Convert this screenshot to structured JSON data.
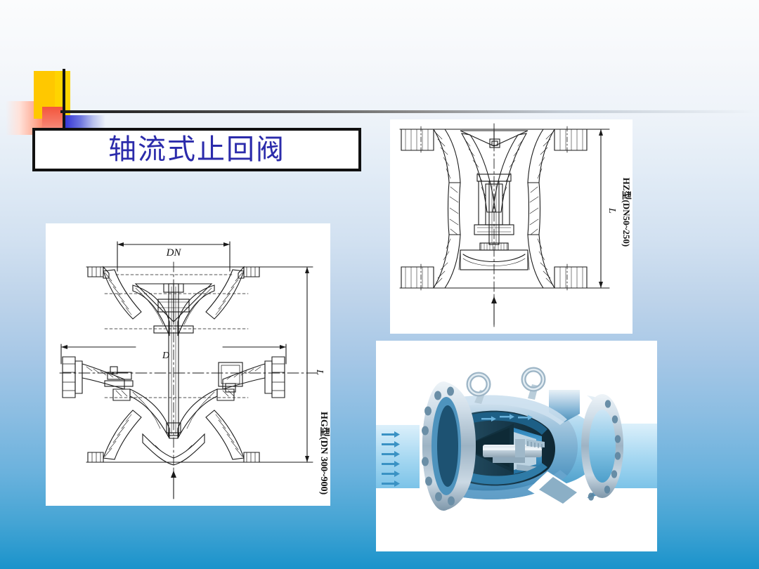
{
  "slide": {
    "background_top_color": "#fbfcfd",
    "background_bottom_color": "#1a93cb",
    "title": "轴流式止回阀",
    "title_color": "#2b2bab",
    "title_box_border_color": "#111111",
    "title_box_fill": "#ffffff"
  },
  "logo": {
    "name": "decorative-logo-cluster",
    "yellow_color": "#ffc800",
    "red_color": "#ff3a0e",
    "blue_color": "#2e2ecf",
    "line_color": "#141414"
  },
  "divider": {
    "name": "header-divider",
    "color": "#1b1b1b"
  },
  "figures": [
    {
      "id": "fig-hg",
      "name": "technical-drawing-hg-type",
      "caption": "HG型(DN 300~900)",
      "dim_top": "DN",
      "dim_mid": "D",
      "dim_side": "L",
      "background": "#ffffff",
      "line_color": "#1a1a1a"
    },
    {
      "id": "fig-hz",
      "name": "technical-drawing-hz-type",
      "caption": "HZ型(DN50~250)",
      "dim_side": "L",
      "background": "#ffffff",
      "line_color": "#1a1a1a"
    },
    {
      "id": "fig-3d",
      "name": "valve-cutaway-render",
      "caption": "",
      "background": "#ffffff",
      "body_color": "#7fb4d8",
      "body_light": "#cfe2f0",
      "body_dark": "#2e7fb5",
      "flow_color": "#9fd2ee",
      "flow_arrow_color": "#3a92c4",
      "metal_light": "#e6eef4",
      "metal_dark": "#5d85a0",
      "cavity_color": "#1b3f52"
    }
  ]
}
